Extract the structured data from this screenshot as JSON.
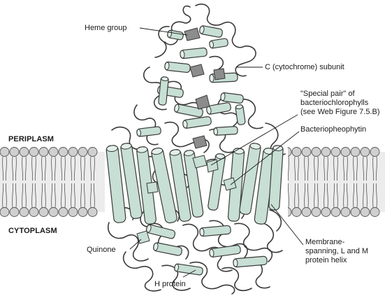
{
  "regions": {
    "periplasm": "PERIPLASM",
    "cytoplasm": "CYTOPLASM"
  },
  "labels": {
    "heme_group": "Heme group",
    "c_subunit": "C (cytochrome) subunit",
    "special_pair": [
      "\"Special pair\" of",
      "bacteriochlorophylls"
    ],
    "special_pair_ref": "(see Web Figure 7.5.B)",
    "bacteriopheophytin": "Bacteriopheophytin",
    "quinone": "Quinone",
    "membrane_helix": [
      "Membrane-",
      "spanning, L and M",
      "protein helix"
    ],
    "h_protein": "H protein"
  },
  "colors": {
    "helix_fill": "#c7dfd4",
    "outline": "#3a3a3a",
    "cofactor": "#8c8c8c",
    "lipid_head": "#d0d0d0",
    "membrane_band": "#ececec"
  }
}
